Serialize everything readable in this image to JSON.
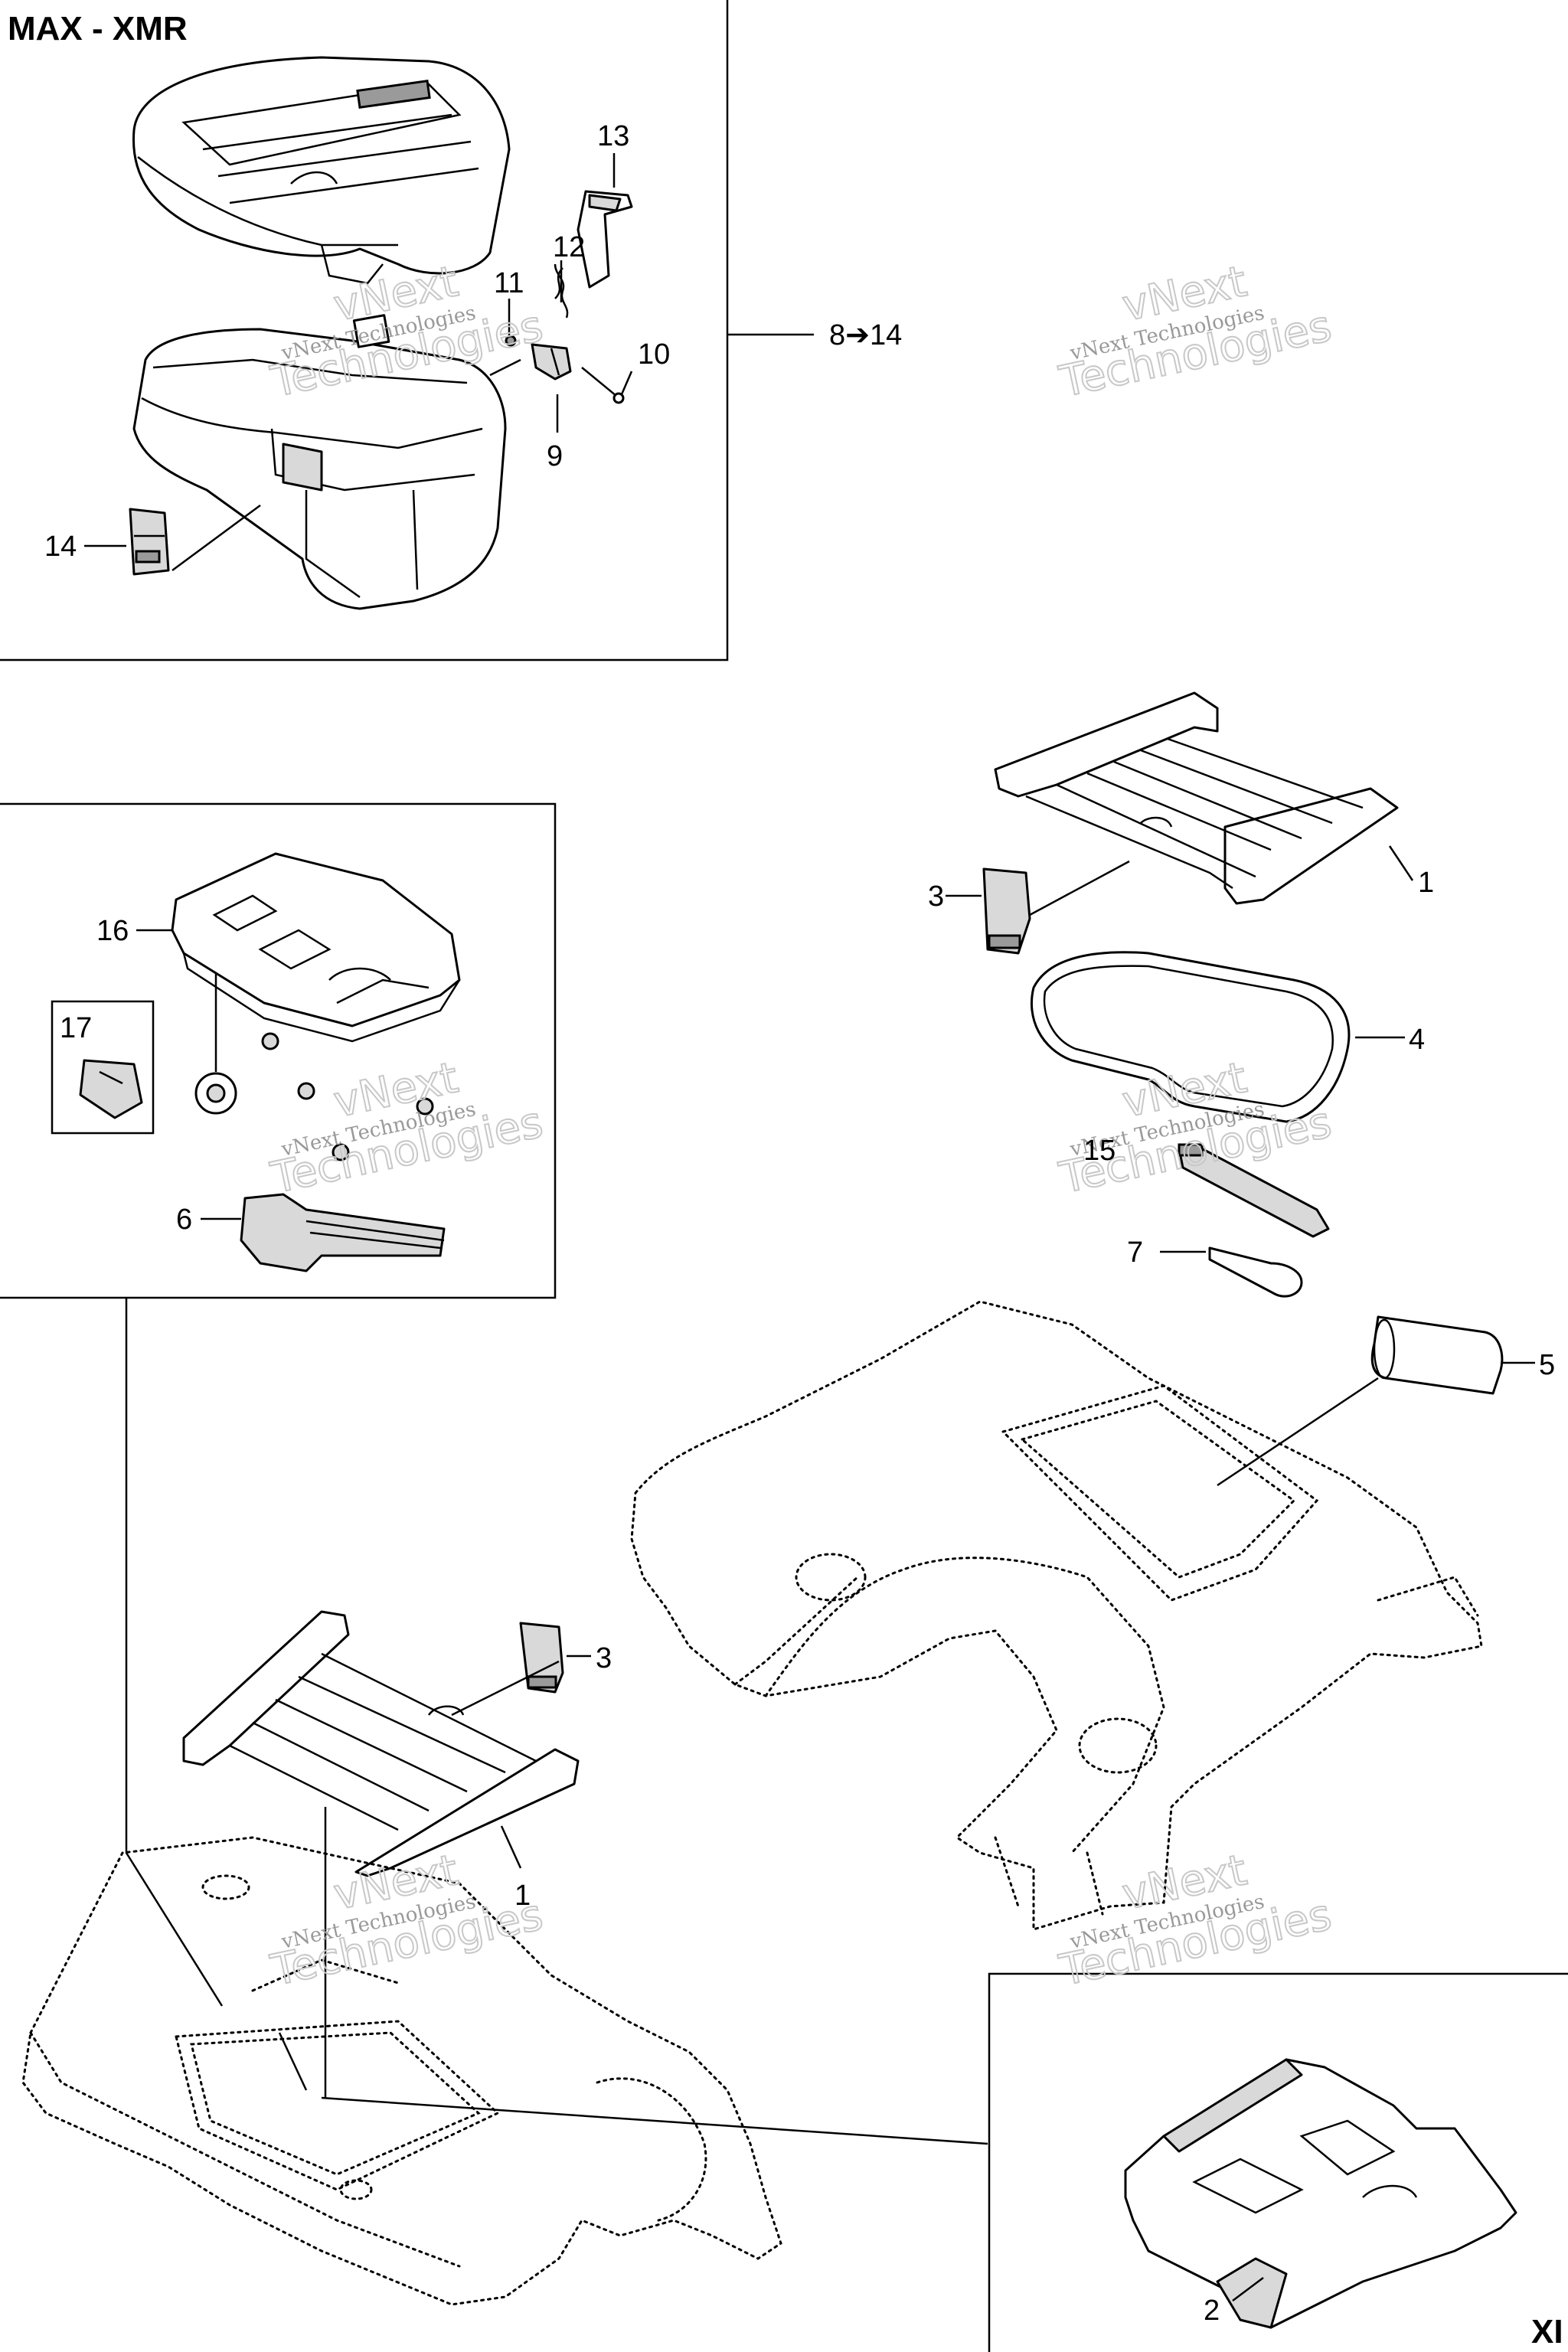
{
  "title": "MAX - XMR",
  "corner_text": "XI",
  "watermark": {
    "line1": "vNext Technologies",
    "line2": "vNext",
    "line3": "Technologies"
  },
  "callouts": [
    {
      "id": "c13",
      "text": "13"
    },
    {
      "id": "c12",
      "text": "12"
    },
    {
      "id": "c11",
      "text": "11"
    },
    {
      "id": "c10",
      "text": "10"
    },
    {
      "id": "c9",
      "text": "9"
    },
    {
      "id": "c14",
      "text": "14"
    },
    {
      "id": "c8to14",
      "text": "8➔14"
    },
    {
      "id": "c3a",
      "text": "3"
    },
    {
      "id": "c1a",
      "text": "1"
    },
    {
      "id": "c4",
      "text": "4"
    },
    {
      "id": "c16",
      "text": "16"
    },
    {
      "id": "c17",
      "text": "17"
    },
    {
      "id": "c6",
      "text": "6"
    },
    {
      "id": "c15",
      "text": "15"
    },
    {
      "id": "c7",
      "text": "7"
    },
    {
      "id": "c5",
      "text": "5"
    },
    {
      "id": "c3b",
      "text": "3"
    },
    {
      "id": "c1b",
      "text": "1"
    },
    {
      "id": "c2",
      "text": "2"
    }
  ]
}
